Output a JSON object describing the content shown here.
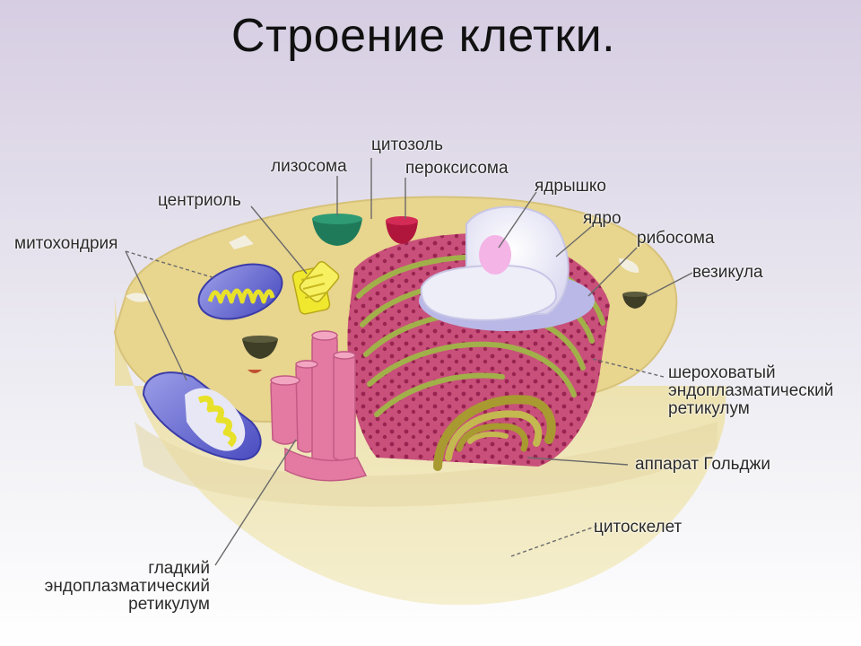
{
  "title": "Строение клетки.",
  "labels": {
    "cytosol": "цитозоль",
    "lysosome": "лизосома",
    "peroxisome": "пероксисома",
    "centriole": "центриоль",
    "nucleolus": "ядрышко",
    "nucleus": "ядро",
    "mitochondria": "митохондрия",
    "ribosome": "рибосома",
    "vesicle": "везикула",
    "rough_er": [
      "шероховатый",
      "эндоплазматический",
      "ретикулум"
    ],
    "golgi": "аппарат Гольджи",
    "cytoskeleton": "цитоскелет",
    "smooth_er": [
      "гладкий",
      "эндоплазматический",
      "ретикулум"
    ]
  },
  "colors": {
    "cytoplasm": "#e8d58e",
    "cell_body": "#efe6b8",
    "membrane_pale": "#f4efd0",
    "lysosome": "#1f7a5a",
    "peroxisome": "#b0163c",
    "nucleus": "#f1f0fa",
    "nucleolus": "#f4b4e6",
    "mitochondria_outer": "#6d6fd6",
    "mitochondria_inner": "#e8e12a",
    "centriole": "#f0e82e",
    "rough_er": "#c8507a",
    "rough_er_lining": "#a2b04a",
    "smooth_er": "#e47aa2",
    "golgi": "#a89a30",
    "vesicle": "#3e3e26"
  }
}
